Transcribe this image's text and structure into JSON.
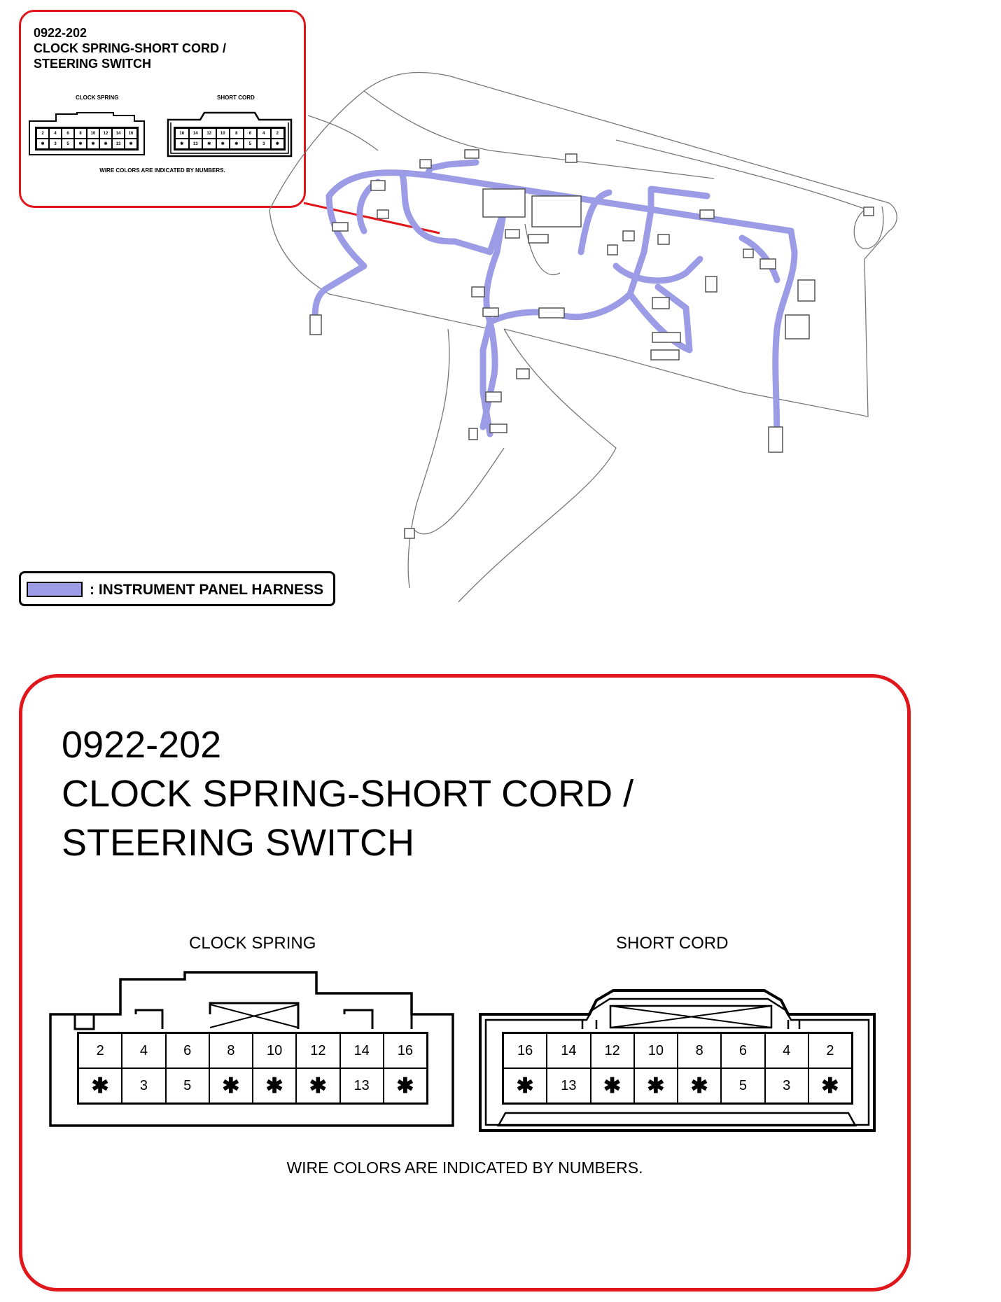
{
  "small_callout": {
    "code": "0922-202",
    "title_line1": "CLOCK SPRING-SHORT CORD /",
    "title_line2": "STEERING SWITCH",
    "left_label": "CLOCK SPRING",
    "right_label": "SHORT CORD",
    "note": "WIRE COLORS ARE INDICATED BY NUMBERS."
  },
  "legend": {
    "swatch_color": "#9b9be6",
    "text": ": INSTRUMENT PANEL HARNESS"
  },
  "big_callout": {
    "code": "0922-202",
    "title_line1": "CLOCK SPRING-SHORT CORD /",
    "title_line2": "STEERING SWITCH",
    "left_label": "CLOCK SPRING",
    "right_label": "SHORT CORD",
    "note": "WIRE COLORS ARE INDICATED BY NUMBERS."
  },
  "connectors": {
    "clock_spring": {
      "row1": [
        "2",
        "4",
        "6",
        "8",
        "10",
        "12",
        "14",
        "16"
      ],
      "row2": [
        "✱",
        "3",
        "5",
        "✱",
        "✱",
        "✱",
        "13",
        "✱"
      ]
    },
    "short_cord": {
      "row1": [
        "16",
        "14",
        "12",
        "10",
        "8",
        "6",
        "4",
        "2"
      ],
      "row2": [
        "✱",
        "13",
        "✱",
        "✱",
        "✱",
        "5",
        "3",
        "✱"
      ]
    }
  },
  "accent_color": "#e0161b",
  "harness_color": "#9b9be6"
}
